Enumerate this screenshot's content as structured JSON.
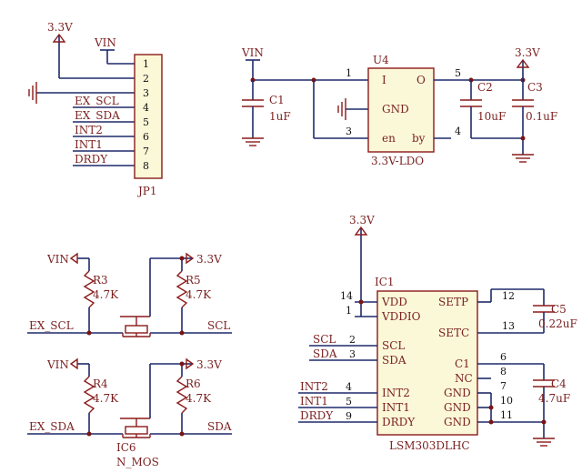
{
  "power": {
    "v33": "3.3V",
    "vin": "VIN"
  },
  "jp1": {
    "ref": "JP1",
    "pin_nums": [
      "1",
      "2",
      "3",
      "4",
      "5",
      "6",
      "7",
      "8"
    ],
    "nets": [
      "EX_SCL",
      "EX_SDA",
      "INT2",
      "INT1",
      "DRDY"
    ]
  },
  "u4": {
    "ref": "U4",
    "value": "3.3V-LDO",
    "pins": {
      "I": "I",
      "O": "O",
      "GND": "GND",
      "en": "en",
      "by": "by"
    },
    "pin_nums": {
      "I": "1",
      "O": "5",
      "en": "3",
      "by": "4"
    }
  },
  "caps": {
    "c1": {
      "ref": "C1",
      "value": "1uF"
    },
    "c2": {
      "ref": "C2",
      "value": "10uF"
    },
    "c3": {
      "ref": "C3",
      "value": "0.1uF"
    },
    "c5": {
      "ref": "C5",
      "value": "0.22uF"
    },
    "c4": {
      "ref": "C4",
      "value": "4.7uF"
    }
  },
  "shifter": {
    "r3": {
      "ref": "R3",
      "value": "4.7K"
    },
    "r5": {
      "ref": "R5",
      "value": "4.7K"
    },
    "r4": {
      "ref": "R4",
      "value": "4.7K"
    },
    "r6": {
      "ref": "R6",
      "value": "4.7K"
    },
    "nets": {
      "ex_scl": "EX_SCL",
      "scl": "SCL",
      "ex_sda": "EX_SDA",
      "sda": "SDA"
    },
    "ic6": {
      "ref": "IC6",
      "value": "N_MOS"
    }
  },
  "ic1": {
    "ref": "IC1",
    "value": "LSM303DLHC",
    "left_pins": [
      {
        "num": "14",
        "name": "VDD"
      },
      {
        "num": "1",
        "name": "VDDIO"
      },
      {
        "num": "2",
        "name": "SCL"
      },
      {
        "num": "3",
        "name": "SDA"
      },
      {
        "num": "4",
        "name": "INT2"
      },
      {
        "num": "5",
        "name": "INT1"
      },
      {
        "num": "9",
        "name": "DRDY"
      }
    ],
    "right_pins": [
      {
        "num": "12",
        "name": "SETP"
      },
      {
        "num": "13",
        "name": "SETC"
      },
      {
        "num": "6",
        "name": "C1"
      },
      {
        "num": "8",
        "name": "NC"
      },
      {
        "num": "7",
        "name": "GND"
      },
      {
        "num": "10",
        "name": "GND"
      },
      {
        "num": "11",
        "name": "GND"
      }
    ],
    "nets": {
      "scl": "SCL",
      "sda": "SDA",
      "int2": "INT2",
      "int1": "INT1",
      "drdy": "DRDY"
    }
  }
}
